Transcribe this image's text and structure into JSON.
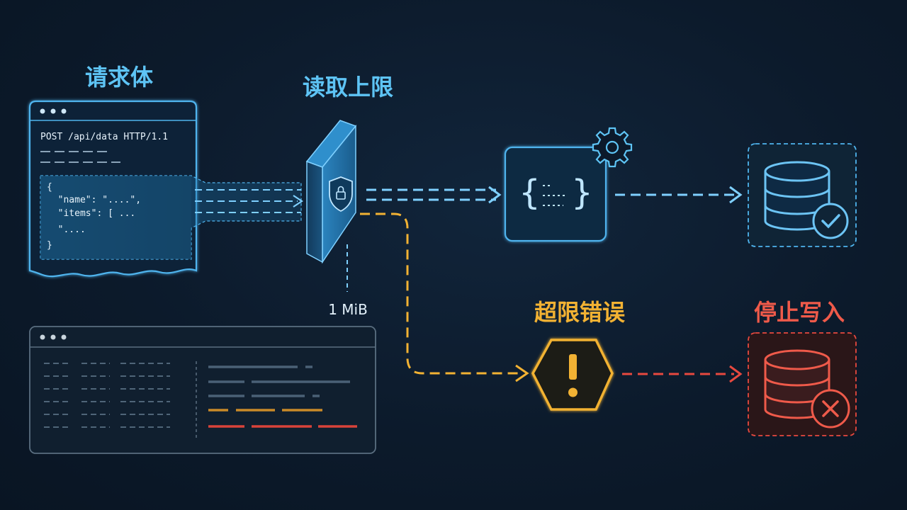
{
  "labels": {
    "request_body": "请求体",
    "read_limit": "读取上限",
    "limit_size": "1 MiB",
    "overflow_error": "超限错误",
    "stop_write": "停止写入"
  },
  "request_window": {
    "request_line": "POST /api/data HTTP/1.1",
    "json_lines": [
      "{",
      "  \"name\": \"....\",",
      "  \"items\": [ ...",
      "  \"....",
      "}"
    ]
  },
  "colors": {
    "blue": "#3ea8e6",
    "light_blue": "#7fd0ff",
    "orange": "#f2b233",
    "red": "#e8493f",
    "title_blue": "#5ec4f5",
    "title_orange": "#f2b233",
    "title_red": "#ef5a4a"
  },
  "icons": {
    "shield": "shield-lock-icon",
    "processor": "json-processor-icon",
    "gear": "gear-icon",
    "db_success": "database-check-icon",
    "warning": "warning-hexagon-icon",
    "db_fail": "database-x-icon"
  }
}
